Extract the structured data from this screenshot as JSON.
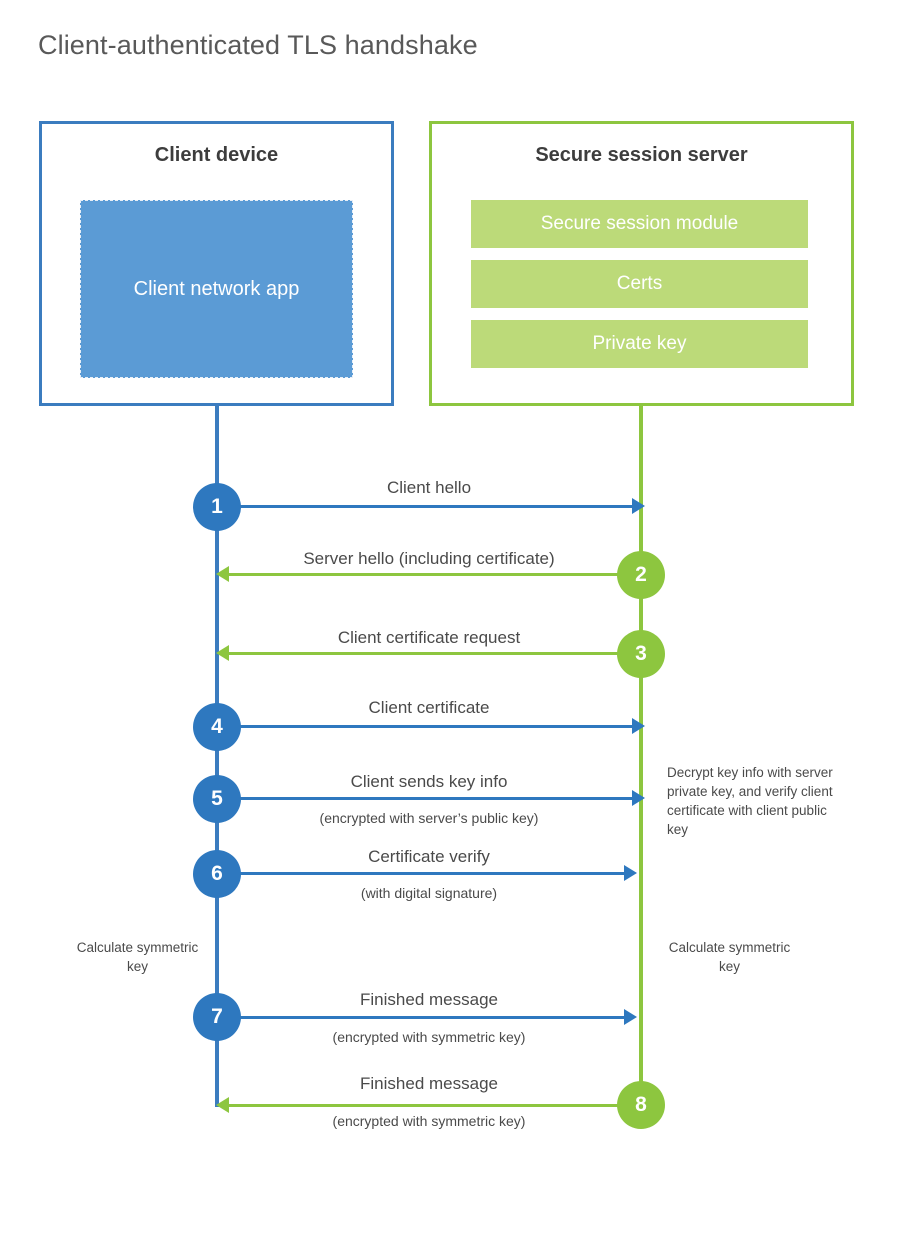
{
  "title": "Client-authenticated TLS handshake",
  "colors": {
    "blue_border": "#3b7cbf",
    "blue_accent": "#2e78bf",
    "blue_fill": "#5b9bd5",
    "green_border": "#8dc63f",
    "green_accent": "#8dc63f",
    "green_fill": "#bcda79",
    "title_text": "#595959",
    "body_text": "#4a4a4a"
  },
  "parties": {
    "client": {
      "title": "Client device",
      "app_label": "Client network app"
    },
    "server": {
      "title": "Secure session server",
      "modules": [
        {
          "label": "Secure session module"
        },
        {
          "label": "Certs"
        },
        {
          "label": "Private key"
        }
      ]
    }
  },
  "steps": [
    {
      "number": "1",
      "label": "Client hello",
      "sub": "",
      "direction": "client-to-server",
      "color": "blue"
    },
    {
      "number": "2",
      "label": "Server hello (including certificate)",
      "sub": "",
      "direction": "server-to-client",
      "color": "green"
    },
    {
      "number": "3",
      "label": "Client certificate request",
      "sub": "",
      "direction": "server-to-client",
      "color": "green"
    },
    {
      "number": "4",
      "label": "Client certificate",
      "sub": "",
      "direction": "client-to-server",
      "color": "blue"
    },
    {
      "number": "5",
      "label": "Client sends key info",
      "sub": "(encrypted with server’s public key)",
      "direction": "client-to-server",
      "color": "blue"
    },
    {
      "number": "6",
      "label": "Certificate verify",
      "sub": "(with digital signature)",
      "direction": "client-to-server",
      "color": "blue"
    },
    {
      "number": "7",
      "label": "Finished message",
      "sub": "(encrypted with symmetric key)",
      "direction": "client-to-server",
      "color": "blue"
    },
    {
      "number": "8",
      "label": "Finished message",
      "sub": "(encrypted with symmetric key)",
      "direction": "server-to-client",
      "color": "green"
    }
  ],
  "annotations": {
    "server_decrypt": "Decrypt key info with server private key, and verify client certificate with client public key",
    "client_calc": "Calculate symmetric key",
    "server_calc": "Calculate symmetric key"
  }
}
